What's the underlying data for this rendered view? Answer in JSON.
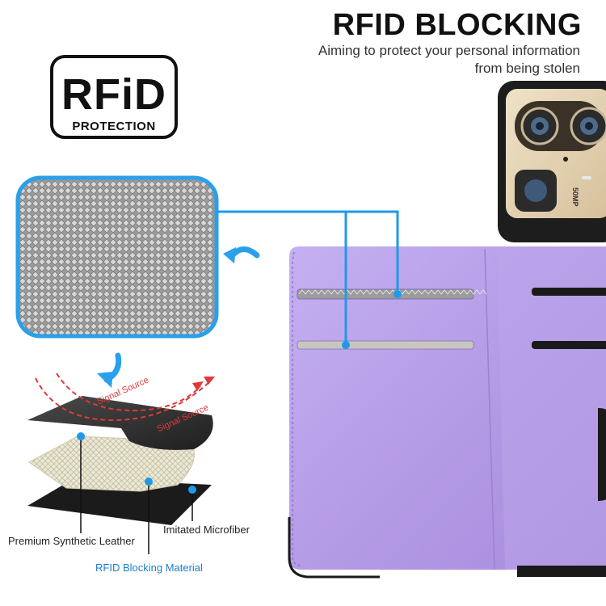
{
  "header": {
    "title": "RFID BLOCKING",
    "subtitle_line1": "Aiming to protect your personal information",
    "subtitle_line2": "from being stolen"
  },
  "badge": {
    "word": "RFiD",
    "sub": "PROTECTION"
  },
  "phone": {
    "camera_label": "50MP"
  },
  "diagram": {
    "signal_label_1": "Signal Source",
    "signal_label_2": "Signal Source",
    "layer_left": "Premium Synthetic Leather",
    "layer_right": "Imitated Microfiber",
    "layer_bottom": "RFID Blocking Material"
  },
  "colors": {
    "accent_blue": "#1f9ae8",
    "wallet_purple": "#b7a0e8",
    "signal_red": "#e0393b"
  }
}
